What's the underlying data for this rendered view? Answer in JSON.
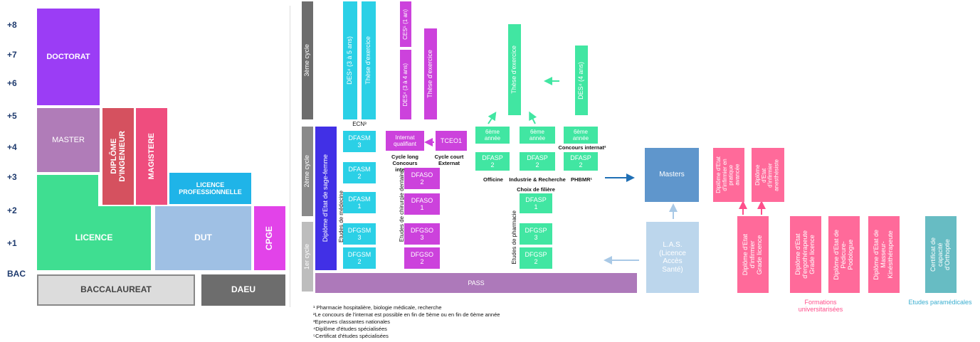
{
  "colors": {
    "purple": "#9b3df5",
    "mauve": "#b07cb8",
    "red": "#d5515f",
    "pink": "#ef4d7e",
    "green": "#3fde91",
    "lightblue": "#9fc0e4",
    "magenta": "#e243e9",
    "cyan": "#1fb4e8",
    "gray": "#6d6d6d",
    "lightgray": "#bdbdbd",
    "medcyan": "#2bd0e6",
    "medpurple": "#cc42dc",
    "medgreen": "#41e6a2",
    "dark_indigo": "#4130e6",
    "pass": "#ad79ba",
    "masters": "#5f96cc",
    "las": "#bcd6ec",
    "paraspot": "#67bcc3",
    "hotpink": "#ff6a9a"
  },
  "left": {
    "levels": [
      "+8",
      "+7",
      "+6",
      "+5",
      "+4",
      "+3",
      "+2",
      "+1",
      "BAC"
    ],
    "doctorat": "DOCTORAT",
    "master": "MASTER",
    "diplome_ingenieur": "DIPLÔME\nD'INGENIEUR",
    "magistere": "MAGISTERE",
    "licence_pro": "LICENCE\nPROFESSIONNELLE",
    "licence": "LICENCE",
    "dut": "DUT",
    "cpge": "CPGE",
    "bac": "BACCALAUREAT",
    "daeu": "DAEU"
  },
  "cycles": {
    "c3": "3ème cycle",
    "c2": "2ème cycle",
    "c1": "1er cycle"
  },
  "sage_femme": "Diplôme d'Etat de sage-femme",
  "medecine": {
    "label": "Etudes de médecine",
    "ecn": "ECN³",
    "des": "DES⁴ (3 à 5 ans)",
    "these": "Thèse d'exercice",
    "dfasm3": "DFASM\n3",
    "dfasm2": "DFASM\n2",
    "dfasm1": "DFASM\n1",
    "dfgsm3": "DFGSM\n3",
    "dfgsm2": "DFGSM\n2"
  },
  "dentaire": {
    "label": "Etudes de chirurgie dentaire",
    "ces": "CES⁵ (1 an)",
    "des": "DES⁴ (3 à 4 ans)",
    "these": "Thèse d'exercice",
    "internat": "Internat\nqualifiant",
    "tceo1": "TCEO1",
    "cycle_long": "Cycle long\nConcours internat",
    "cycle_court": "Cycle court\nExternat",
    "dfaso2": "DFASO\n2",
    "dfaso1": "DFASO\n1",
    "dfgso3": "DFGSO\n3",
    "dfgso2": "DFGSO\n2"
  },
  "pharmacie": {
    "label": "Etudes de pharmacie",
    "these": "Thèse d'exercice",
    "des": "DES⁴ (4 ans)",
    "annee6": "6ème\nannée",
    "concours": "Concours internat²",
    "dfasp2": "DFASP\n2",
    "officine": "Officine",
    "industrie": "Industrie & Recherche",
    "phbmr": "PHBMR¹",
    "choix": "Choix de filière",
    "dfasp1": "DFASP\n1",
    "dfgsp3": "DFGSP\n3",
    "dfgsp2": "DFGSP\n2"
  },
  "pass": "PASS",
  "masters": "Masters",
  "las": "L.A.S.\n(Licence\nAccès\nSanté)",
  "infirmier": {
    "pratique": "Diplôme d'Etat\nd'infirmier en\npratique\navancée",
    "anesth": "Diplôme\nd'Etat\nd'infirmier\nanesthésiste",
    "grade": "Diplôme d'Etat\nd'infirmier\nGrade licence"
  },
  "formations": {
    "ergo": "Diplôme d'Etat\nd'ergothérapeute\nGrade licence",
    "pedicure": "Diplôme d'Etat de\nPédicure-\nPodologue",
    "masseur": "Diplôme d'Etat de\nMasseur-\nKinésithérapeute",
    "orthoptie": "Certificat de\ncapacité\nd'Orthoptie",
    "label_univ": "Formations\nuniversitarisées",
    "label_para": "Etudes paramédicales"
  },
  "notes": [
    "¹ Pharmacie hospitalière, biologie médicale, recherche",
    "²Le concours de l'internat est possible en fin de 5ème ou en fin de 6ème année",
    "³Epreuves classantes nationales",
    "⁴Diplôme d'études spécialisées",
    "⁵Certificat d'études spécialisées"
  ]
}
